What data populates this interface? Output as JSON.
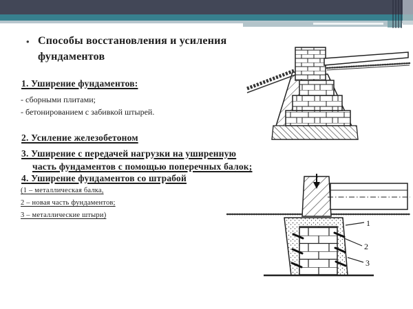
{
  "title": {
    "bullet": "•",
    "text": "Способы восстановления и усиления фундаментов"
  },
  "list": {
    "item1": "1. Уширение фундаментов:",
    "item1_sub1": "- сборными плитами;",
    "item1_sub2": "- бетонированием с забивкой штырей.",
    "item2": "2. Усиление железобетоном",
    "item3_line1": "3. Уширение с передачей нагрузки на уширенную",
    "item3_line2": "часть фундаментов с помощью поперечных балок;",
    "item4": "4. Уширение фундаментов со штрабой",
    "note1": "(1 – металлическая балка,",
    "note2": "2 – новая часть фундаментов;",
    "note3": "3 – металлические штыри)"
  },
  "diagram2_labels": {
    "l1": "1",
    "l2": "2",
    "l3": "3"
  },
  "colors": {
    "header_dark": "#424757",
    "header_teal": "#37808e",
    "header_light": "#b7c6cd",
    "accent_band": "#b3c4ca",
    "right_gray": "#9aa1ad",
    "text": "#1c1c1c"
  }
}
